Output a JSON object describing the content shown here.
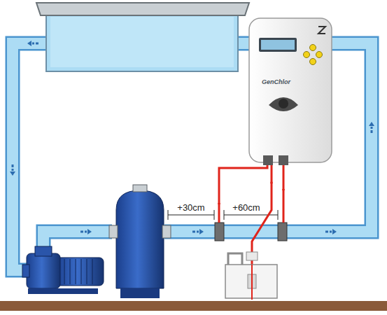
{
  "diagram": {
    "nodes": [
      {
        "text": [
          "GenChlor"
        ]
      }
    ],
    "labels": [
      "+30cm",
      "+60cm"
    ]
  }
}
